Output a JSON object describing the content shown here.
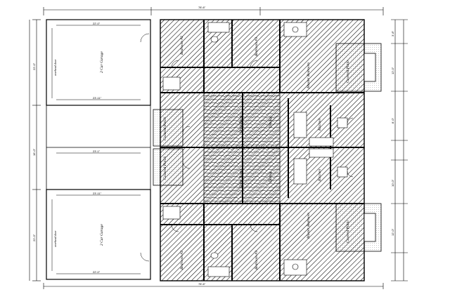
{
  "dimensions": {
    "top_overall": "78'-6\"",
    "bottom_overall": "78'-6\"",
    "left_1": "22'-0\"",
    "left_2": "16'-0\"",
    "left_3": "22'-0\"",
    "garage_top_width": "22'-0\"",
    "garage_bottom_width": "22'-0\"",
    "garage_mid_width_1": "23'-11\"",
    "garage_mid_width_2": "23'-1\"",
    "right_1": "3'-8\"",
    "right_2": "12'-0\"",
    "right_3": "8'-0\"",
    "right_4": "10'-0\""
  },
  "rooms": {
    "garage_top": "2 Car Garage",
    "garage_bottom": "2 Car Garage",
    "bedroom_tl": "Bedroom #2",
    "bedroom_tr": "Bedroom #3",
    "bedroom_bl": "Bedroom #2",
    "bedroom_br": "Bedroom #3",
    "master_top": "Master Bedroom",
    "master_bottom": "Master Bedroom",
    "great_room_top": "Great Room",
    "great_room_bottom": "Great Room",
    "dining_top": "Dining",
    "dining_bottom": "Dining",
    "kitchen_top": "Kitchen",
    "kitchen_bottom": "Kitchen",
    "covered_porch_top": "Covered Porch",
    "covered_porch_bottom": "Covered Porch",
    "covered_patio_top": "Covered Patio",
    "covered_patio_bottom": "Covered Patio"
  },
  "notes": {
    "garage_note_top": "overhead door",
    "garage_note_bottom": "overhead door"
  }
}
